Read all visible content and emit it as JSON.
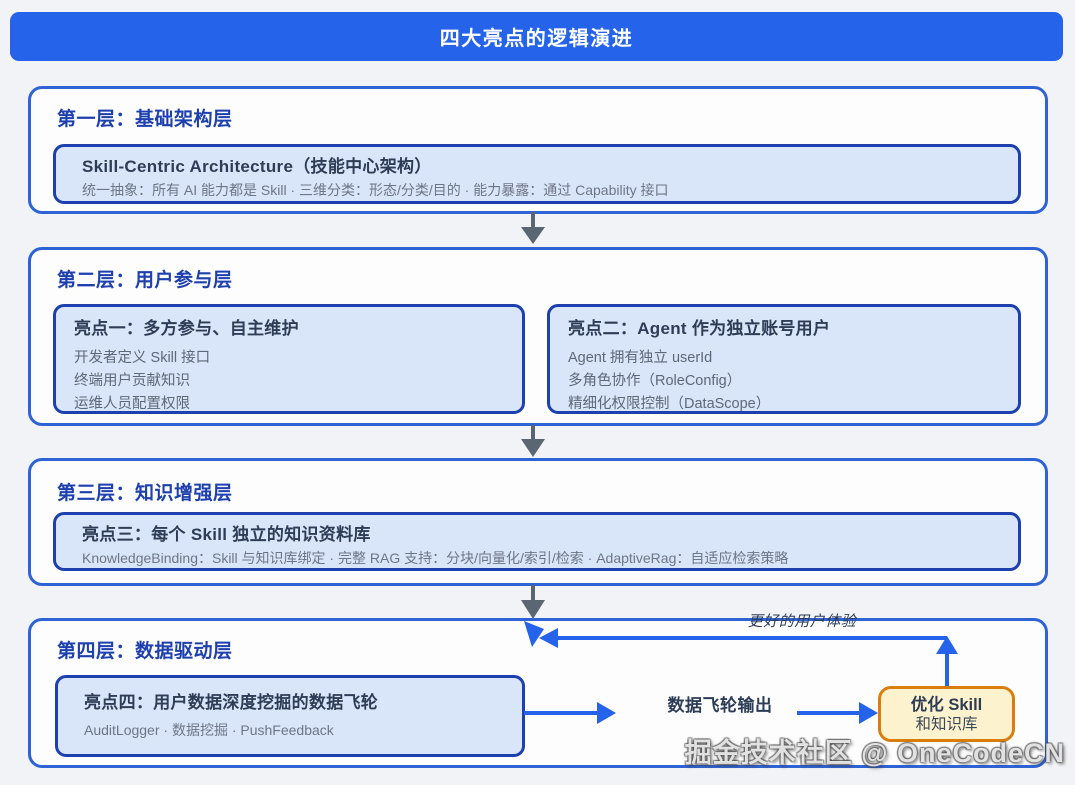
{
  "banner": {
    "title": "四大亮点的逻辑演进"
  },
  "layers": [
    {
      "heading": "第一层：基础架构层",
      "cards": [
        {
          "title": "Skill-Centric Architecture（技能中心架构）",
          "desc": "统一抽象：所有 AI 能力都是 Skill · 三维分类：形态/分类/目的 · 能力暴露：通过 Capability 接口"
        }
      ]
    },
    {
      "heading": "第二层：用户参与层",
      "cards": [
        {
          "title": "亮点一：多方参与、自主维护",
          "lines": [
            "开发者定义 Skill 接口",
            "终端用户贡献知识",
            "运维人员配置权限"
          ]
        },
        {
          "title": "亮点二：Agent 作为独立账号用户",
          "lines": [
            "Agent 拥有独立 userId",
            "多角色协作（RoleConfig）",
            "精细化权限控制（DataScope）"
          ]
        }
      ]
    },
    {
      "heading": "第三层：知识增强层",
      "cards": [
        {
          "title": "亮点三：每个 Skill 独立的知识资料库",
          "desc": "KnowledgeBinding：Skill 与知识库绑定 · 完整 RAG 支持：分块/向量化/索引/检索 · AdaptiveRag：自适应检索策略"
        }
      ]
    },
    {
      "heading": "第四层：数据驱动层",
      "cards": [
        {
          "title": "亮点四：用户数据深度挖掘的数据飞轮",
          "desc": "AuditLogger · 数据挖掘 · PushFeedback"
        }
      ],
      "flow": {
        "output_label": "数据飞轮输出",
        "feedback_label": "更好的用户体验",
        "optimize_box": {
          "line1": "优化 Skill",
          "line2": "和知识库"
        }
      }
    }
  ],
  "watermark": "掘金技术社区 @ OneCodeCN",
  "colors": {
    "banner_blue": "#2563eb",
    "layer_border_blue": "#2e63d6",
    "card_bg_light_blue": "#d9e6f9",
    "card_border_navy": "#1e40af",
    "heading_navy": "#1e40af",
    "gray_arrow": "#5b6673",
    "flow_arrow_blue": "#2563eb",
    "optimize_border_orange": "#d97e0e",
    "optimize_bg_cream": "#fcf3ce"
  }
}
